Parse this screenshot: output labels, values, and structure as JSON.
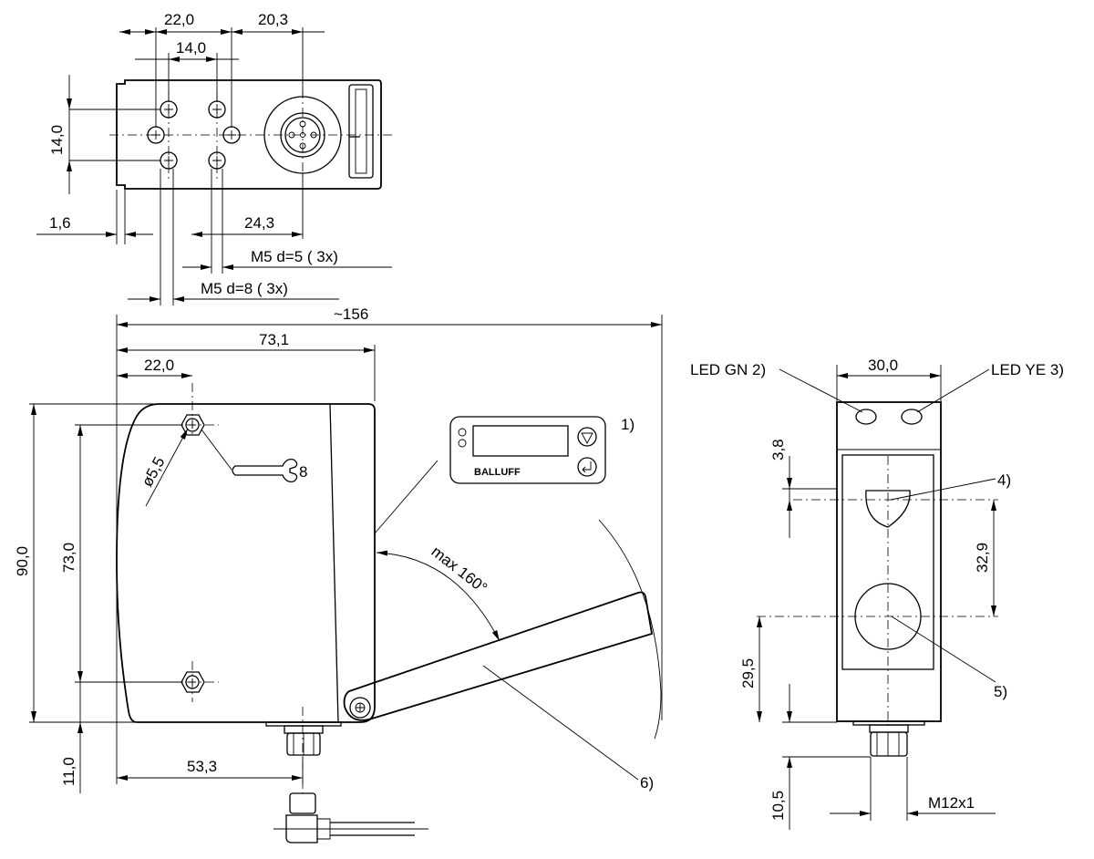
{
  "top_view": {
    "dim_22": "22,0",
    "dim_20_3": "20,3",
    "dim_14_h": "14,0",
    "dim_14_v": "14,0",
    "dim_1_6": "1,6",
    "dim_24_3": "24,3",
    "thread_d5": "M5 d=5  ( 3x)",
    "thread_d8": "M5 d=8  ( 3x)"
  },
  "front_view": {
    "dim_156": "~156",
    "dim_73_1": "73,1",
    "dim_22": "22,0",
    "dim_90": "90,0",
    "dim_73": "73,0",
    "dim_11": "11,0",
    "dim_53_3": "53,3",
    "dim_dia": "ø5,5",
    "wrench_size": "8",
    "angle_label": "max 160°",
    "brand": "BALLUFF",
    "callout_1": "1)",
    "callout_6": "6)"
  },
  "side_view": {
    "led_gn": "LED GN 2)",
    "led_ye": "LED YE 3)",
    "dim_30": "30,0",
    "dim_3_8": "3,8",
    "dim_32_9": "32,9",
    "dim_29_5": "29,5",
    "dim_10_5": "10,5",
    "thread": "M12x1",
    "callout_4": "4)",
    "callout_5": "5)"
  }
}
